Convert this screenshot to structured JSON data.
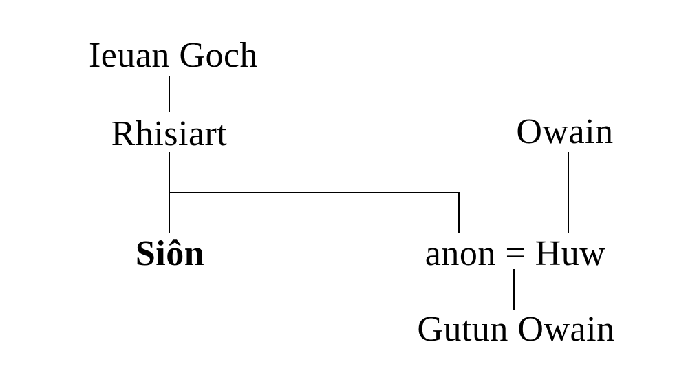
{
  "diagram": {
    "type": "family-tree",
    "background_color": "#ffffff",
    "text_color": "#000000",
    "line_color": "#000000",
    "nodes": {
      "ieuan_goch": {
        "label": "Ieuan Goch",
        "bold": false
      },
      "rhisiart": {
        "label": "Rhisiart",
        "bold": false
      },
      "owain": {
        "label": "Owain",
        "bold": false
      },
      "sion": {
        "label": "Siôn",
        "bold": true
      },
      "anon_huw": {
        "label": "anon = Huw",
        "bold": false,
        "marriage": {
          "partners": [
            "anon",
            "Huw"
          ],
          "symbol": "="
        }
      },
      "gutun_owain": {
        "label": "Gutun Owain",
        "bold": false
      }
    },
    "connectors": [
      {
        "from": "Ieuan Goch",
        "to": "Rhisiart",
        "kind": "descent"
      },
      {
        "from": "Rhisiart",
        "to": "Siôn",
        "kind": "descent"
      },
      {
        "from": "Rhisiart",
        "to": "anon",
        "kind": "descent"
      },
      {
        "from": "Owain",
        "to": "Huw",
        "kind": "descent"
      },
      {
        "from": "anon = Huw",
        "to": "Gutun Owain",
        "kind": "descent"
      }
    ]
  }
}
